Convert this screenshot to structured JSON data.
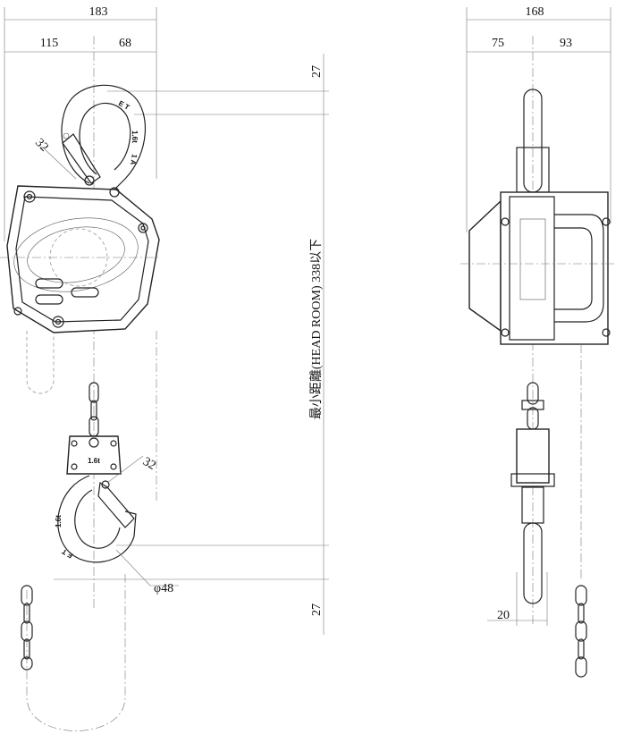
{
  "front_view": {
    "dim_total_width": "183",
    "dim_left": "115",
    "dim_right": "68",
    "dim_top_hook_throat": "32",
    "dim_bottom_hook_throat": "32",
    "dim_hook_diameter": "φ48",
    "dim_top_margin": "27",
    "dim_bottom_margin": "27",
    "headroom_label": "最小距離(HEAD ROOM) 338以下",
    "top_hook_marks": [
      "E T",
      "1.6t",
      "1 A"
    ],
    "block_mark": "1.6t",
    "bottom_hook_marks": [
      "1.6t",
      "E T"
    ]
  },
  "side_view": {
    "dim_total_width": "168",
    "dim_left": "75",
    "dim_right": "93",
    "dim_chain_width": "20"
  }
}
